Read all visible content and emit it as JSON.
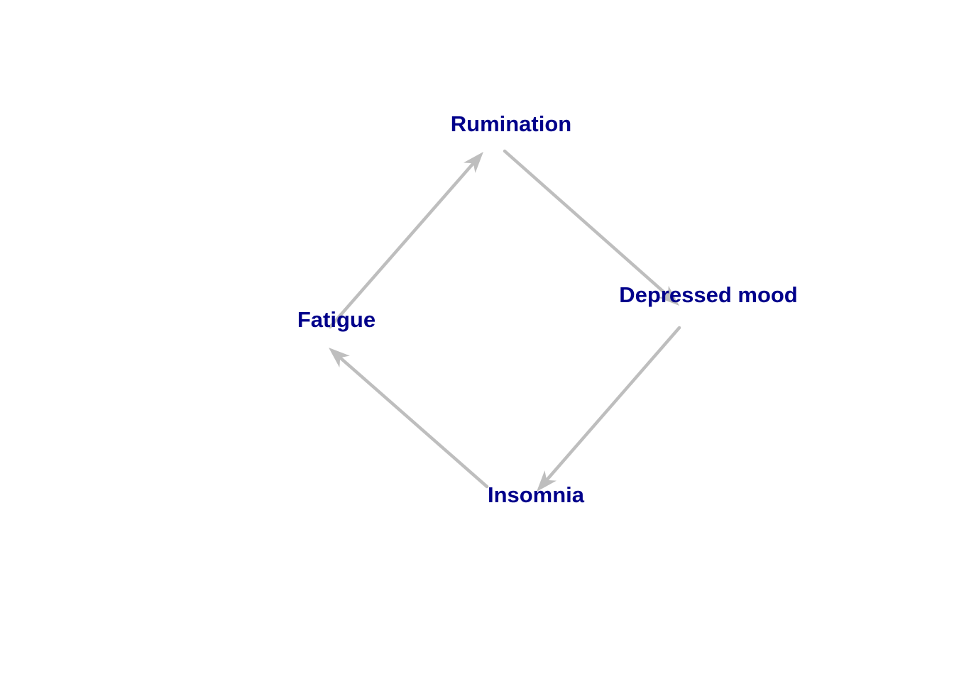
{
  "colors": {
    "node_label": "#00008b",
    "edge": "#bebebe",
    "background": "#ffffff"
  },
  "nodes": [
    {
      "id": "rumination",
      "label": "Rumination"
    },
    {
      "id": "depressed-mood",
      "label": "Depressed mood"
    },
    {
      "id": "insomnia",
      "label": "Insomnia"
    },
    {
      "id": "fatigue",
      "label": "Fatigue"
    }
  ],
  "edges": [
    {
      "from": "rumination",
      "to": "depressed-mood"
    },
    {
      "from": "depressed-mood",
      "to": "insomnia"
    },
    {
      "from": "insomnia",
      "to": "fatigue"
    },
    {
      "from": "fatigue",
      "to": "rumination"
    }
  ]
}
